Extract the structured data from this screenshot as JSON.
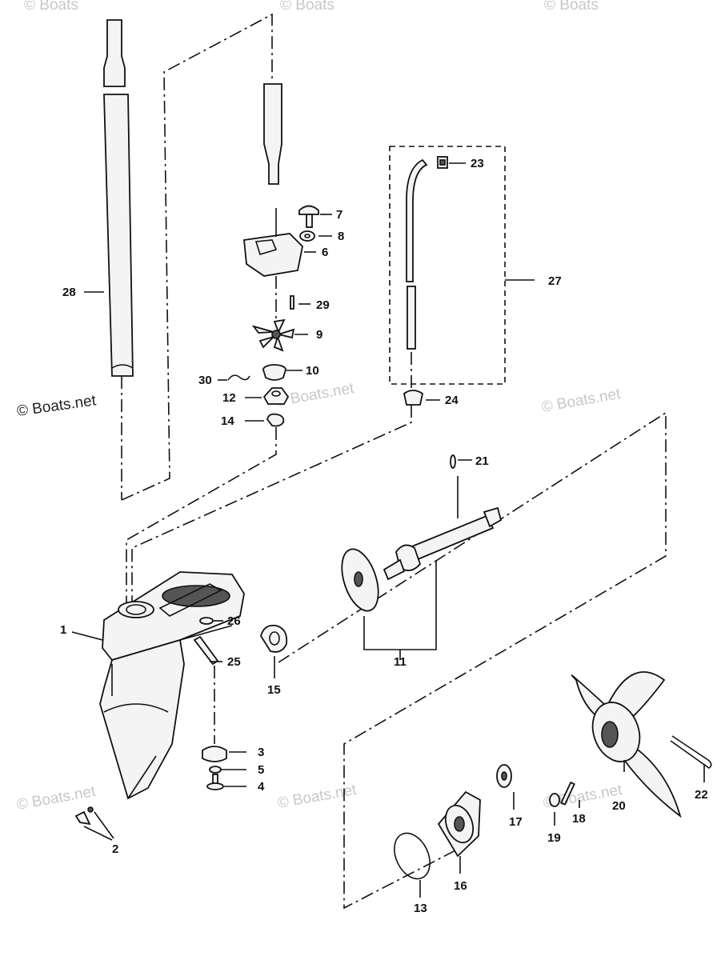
{
  "watermarks": {
    "main": "© Boats.net",
    "top_left": "© Boats",
    "top_mid": "© Boats",
    "top_right": "© Boats",
    "mid_center": "© Boats.net",
    "mid_right": "© Boats.net",
    "bot_left": "© Boats.net",
    "bot_center": "© Boats.net",
    "bot_right": "© Boats.net"
  },
  "callouts": {
    "p1": "1",
    "p2": "2",
    "p3": "3",
    "p4": "4",
    "p5": "5",
    "p6": "6",
    "p7": "7",
    "p8": "8",
    "p9": "9",
    "p10": "10",
    "p11": "11",
    "p12": "12",
    "p13": "13",
    "p14": "14",
    "p15": "15",
    "p16": "16",
    "p17": "17",
    "p18": "18",
    "p19": "19",
    "p20": "20",
    "p21": "21",
    "p22": "22",
    "p23": "23",
    "p24": "24",
    "p25": "25",
    "p26": "26",
    "p27": "27",
    "p28": "28",
    "p29": "29",
    "p30": "30"
  }
}
